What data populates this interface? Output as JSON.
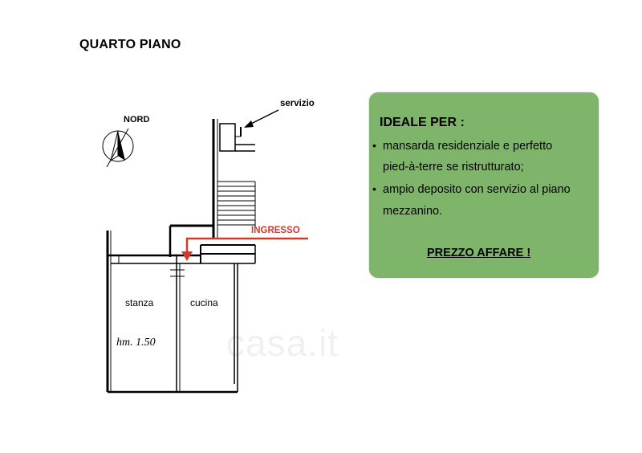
{
  "floor_title": "QUARTO PIANO",
  "compass_label": "NORD",
  "labels": {
    "servizio": "servizio",
    "ingresso": "INGRESSO",
    "stanza": "stanza",
    "cucina": "cucina",
    "height_note": "hm. 1.50"
  },
  "info": {
    "heading": "IDEALE PER :",
    "bullet_1_line_1": "mansarda residenziale e perfetto",
    "bullet_1_line_2": "pied-à-terre se ristrutturato;",
    "bullet_2_line_1": "ampio deposito con servizio al piano",
    "bullet_2_line_2": "mezzanino.",
    "cta": "PREZZO AFFARE !"
  },
  "watermark": "casa.it",
  "colors": {
    "info_bg": "#7fb56b",
    "arrow_red": "#d23a2a"
  }
}
